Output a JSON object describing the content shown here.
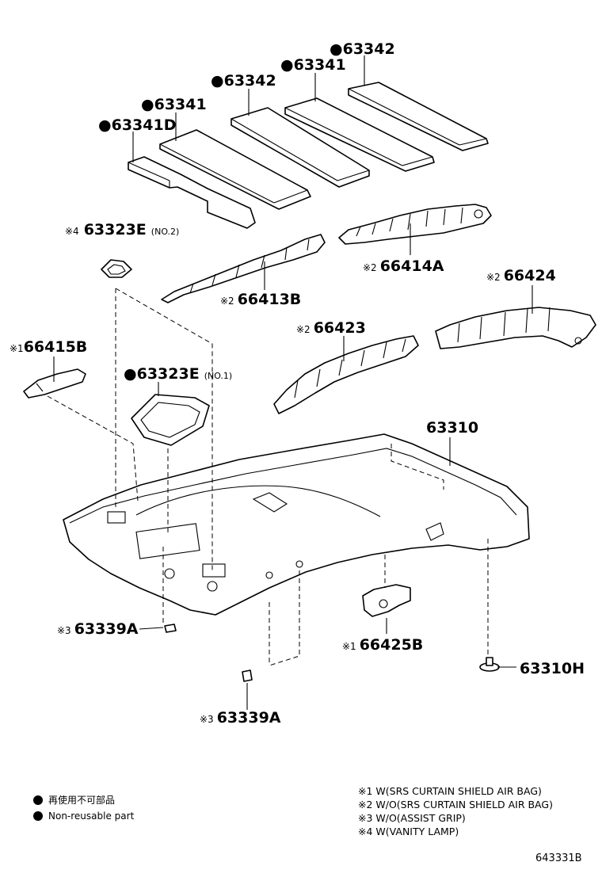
{
  "labels": {
    "p1": {
      "prefix": "●",
      "num": "63341D",
      "sub": ""
    },
    "p2": {
      "prefix": "●",
      "num": "63341",
      "sub": ""
    },
    "p3": {
      "prefix": "●",
      "num": "63342",
      "sub": ""
    },
    "p4": {
      "prefix": "●",
      "num": "63341",
      "sub": ""
    },
    "p5": {
      "prefix": "●",
      "num": "63342",
      "sub": ""
    },
    "p6": {
      "prefix": "※4",
      "num": "63323E",
      "sub": "(NO.2)"
    },
    "p7": {
      "prefix": "※2",
      "num": "66414A",
      "sub": ""
    },
    "p8": {
      "prefix": "※2",
      "num": "66413B",
      "sub": ""
    },
    "p9": {
      "prefix": "※2",
      "num": "66424",
      "sub": ""
    },
    "p10": {
      "prefix": "※1",
      "num": "66415B",
      "sub": ""
    },
    "p11": {
      "prefix": "※2",
      "num": "66423",
      "sub": ""
    },
    "p12": {
      "prefix": "●",
      "num": "63323E",
      "sub": "(NO.1)"
    },
    "p13": {
      "prefix": "",
      "num": "63310",
      "sub": ""
    },
    "p14": {
      "prefix": "※3",
      "num": "63339A",
      "sub": ""
    },
    "p15": {
      "prefix": "※1",
      "num": "66425B",
      "sub": ""
    },
    "p16": {
      "prefix": "",
      "num": "63310H",
      "sub": ""
    },
    "p17": {
      "prefix": "※3",
      "num": "63339A",
      "sub": ""
    }
  },
  "legend": {
    "jp": "再使用不可部品",
    "en": "Non-reusable part"
  },
  "notes": [
    "※1 W(SRS CURTAIN SHIELD AIR BAG)",
    "※2 W/O(SRS CURTAIN SHIELD AIR BAG)",
    "※3 W/O(ASSIST GRIP)",
    "※4 W(VANITY LAMP)"
  ],
  "figure_number": "643331B",
  "colors": {
    "ink": "#000000",
    "paper": "#ffffff"
  }
}
